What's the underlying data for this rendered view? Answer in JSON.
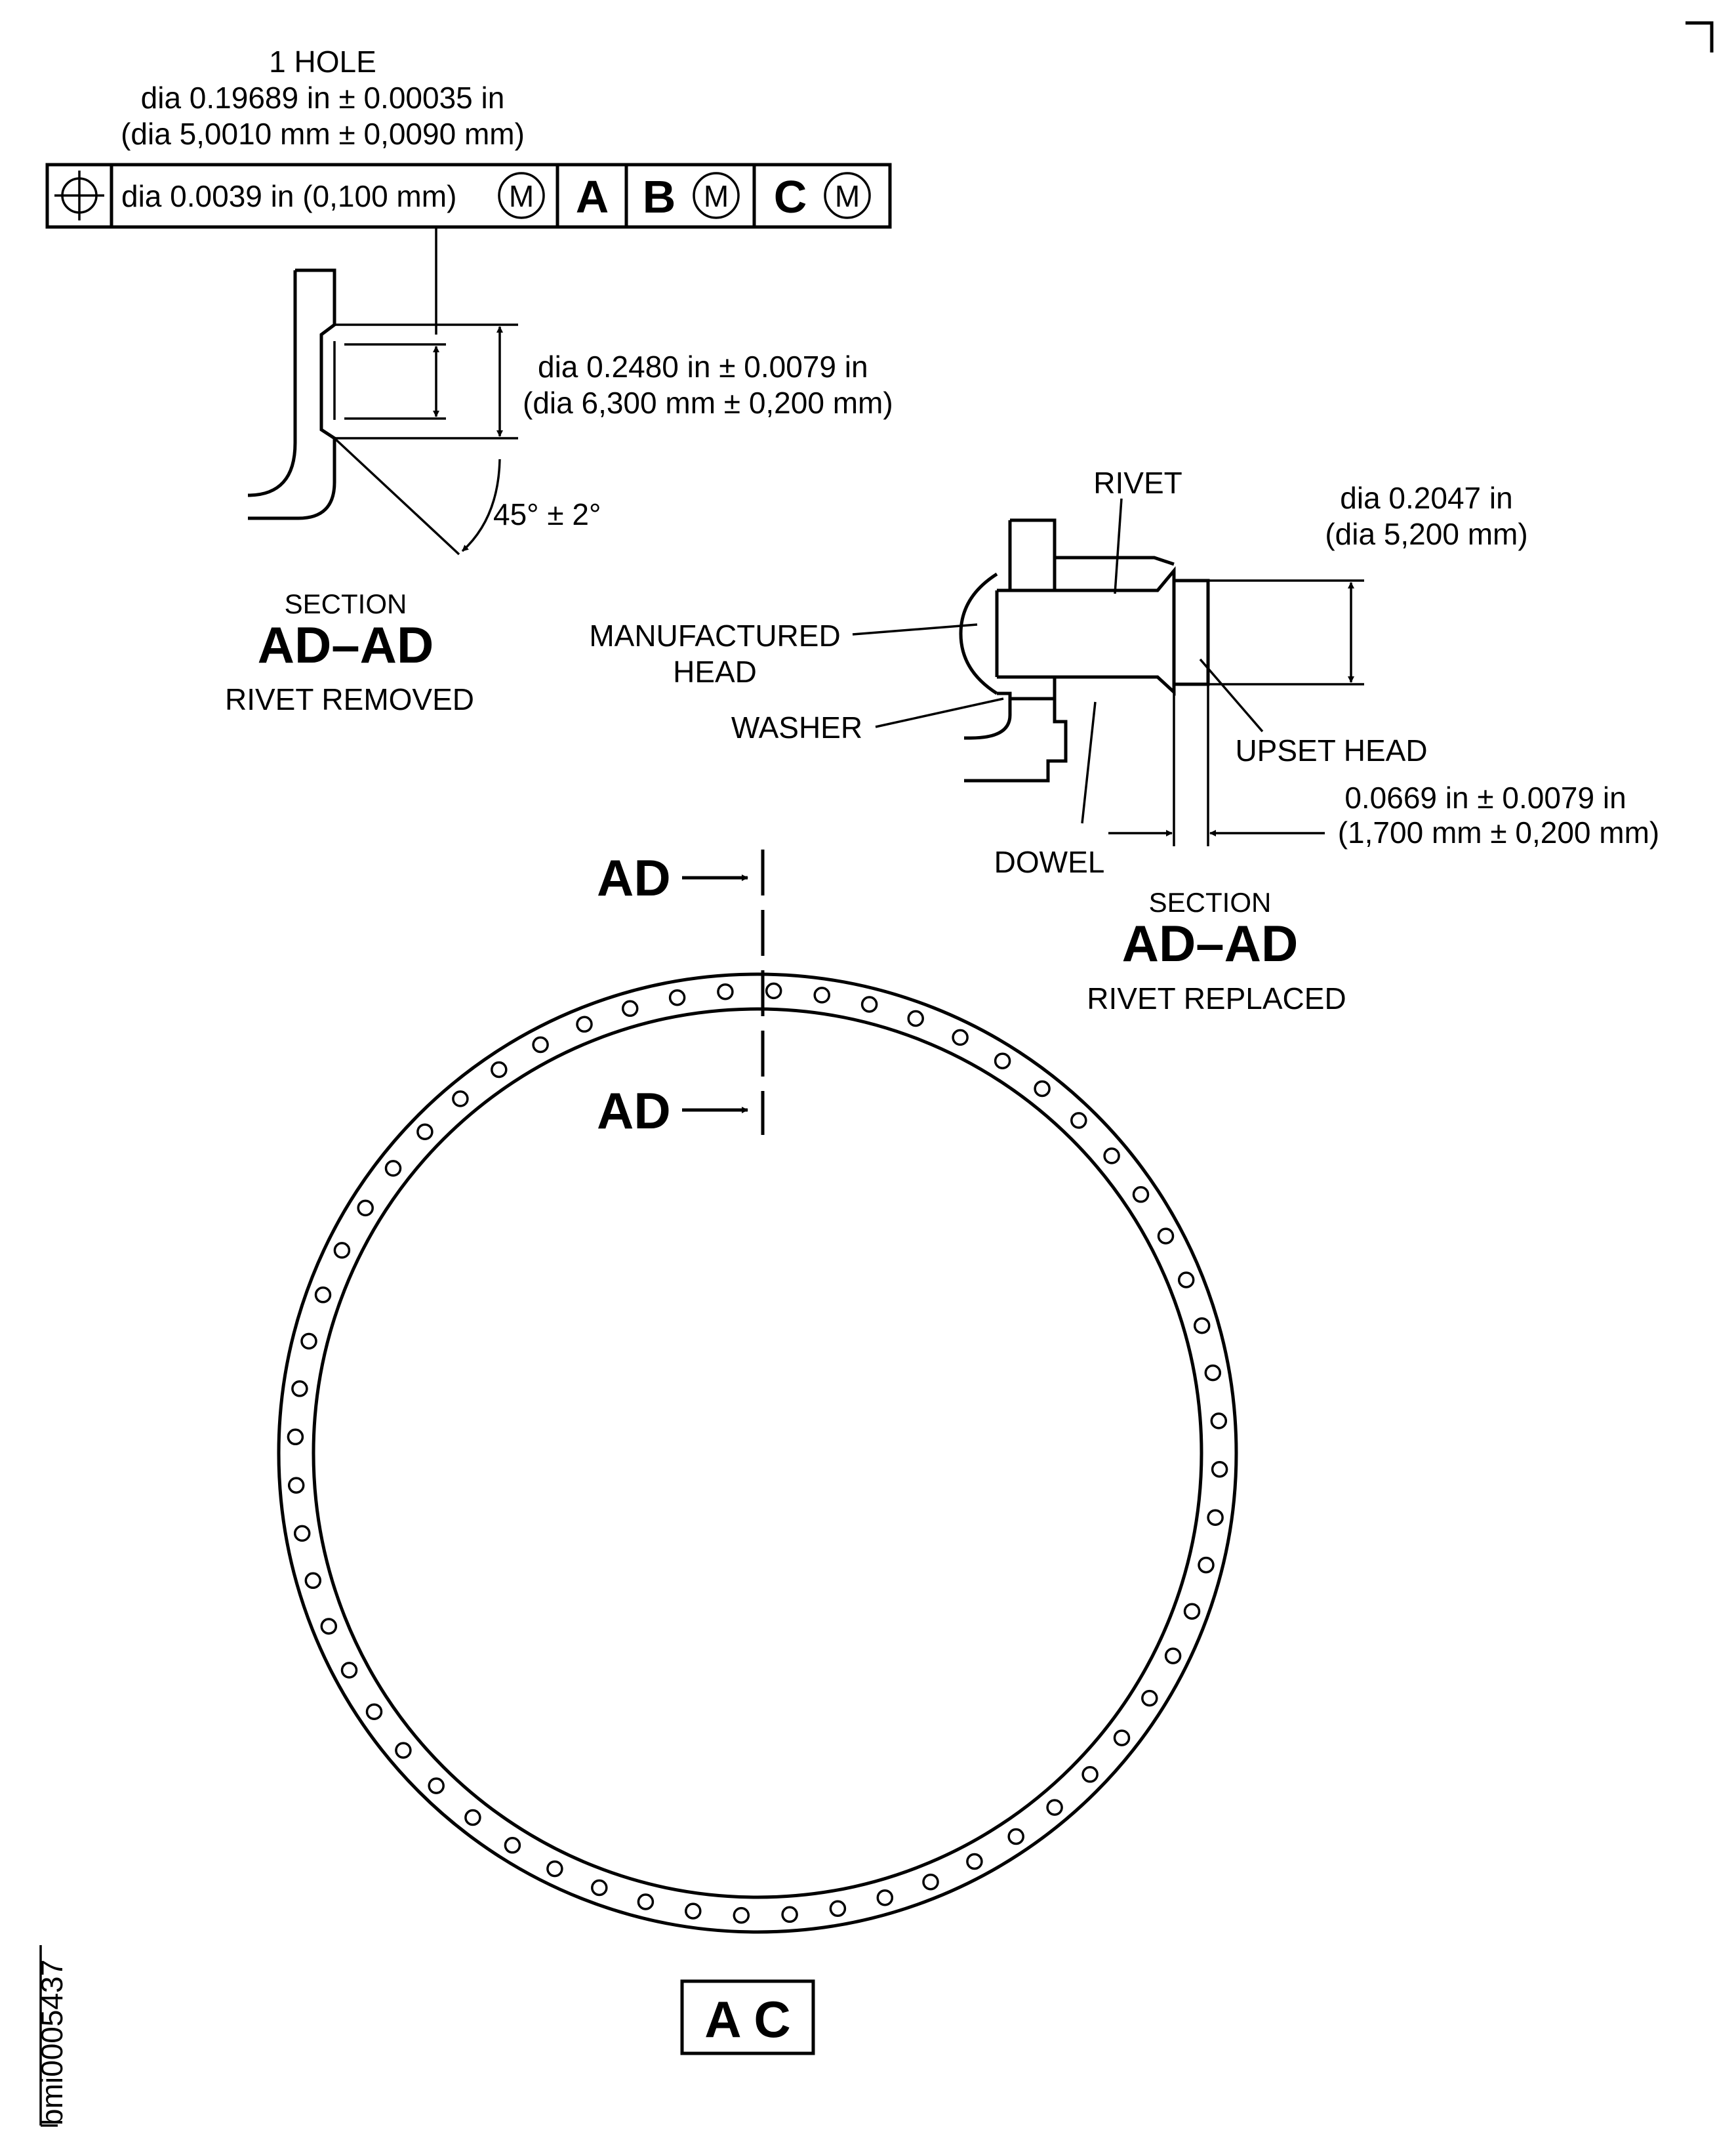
{
  "hole_callout": {
    "count": "1 HOLE",
    "dia_in": "dia 0.19689 in ± 0.00035 in",
    "dia_mm": "(dia 5,0010 mm ± 0,0090 mm)"
  },
  "feature_control_frame": {
    "tolerance": "dia 0.0039 in (0,100 mm)",
    "modifier": "M",
    "datum_a": "A",
    "datum_b": "B",
    "datum_c": "C"
  },
  "section_removed": {
    "counterbore_in": "dia 0.2480 in ± 0.0079 in",
    "counterbore_mm": "(dia 6,300 mm ± 0,200 mm)",
    "angle": "45° ± 2°",
    "section_word": "SECTION",
    "section_id": "AD–AD",
    "caption": "RIVET REMOVED"
  },
  "section_replaced": {
    "rivet": "RIVET",
    "manufactured_head_1": "MANUFACTURED",
    "manufactured_head_2": "HEAD",
    "washer": "WASHER",
    "dowel": "DOWEL",
    "upset_head": "UPSET HEAD",
    "upset_dia_in": "dia 0.2047 in",
    "upset_dia_mm": "(dia 5,200 mm)",
    "upset_len_in": "0.0669 in ± 0.0079 in",
    "upset_len_mm": "(1,700 mm ± 0,200 mm)",
    "section_word": "SECTION",
    "section_id": "AD–AD",
    "caption": "RIVET REPLACED"
  },
  "cut_marker_top": "AD",
  "cut_marker_bottom": "AD",
  "view_id": "A C",
  "figure_id": "bmi0005437",
  "ring_hole_count": 60
}
